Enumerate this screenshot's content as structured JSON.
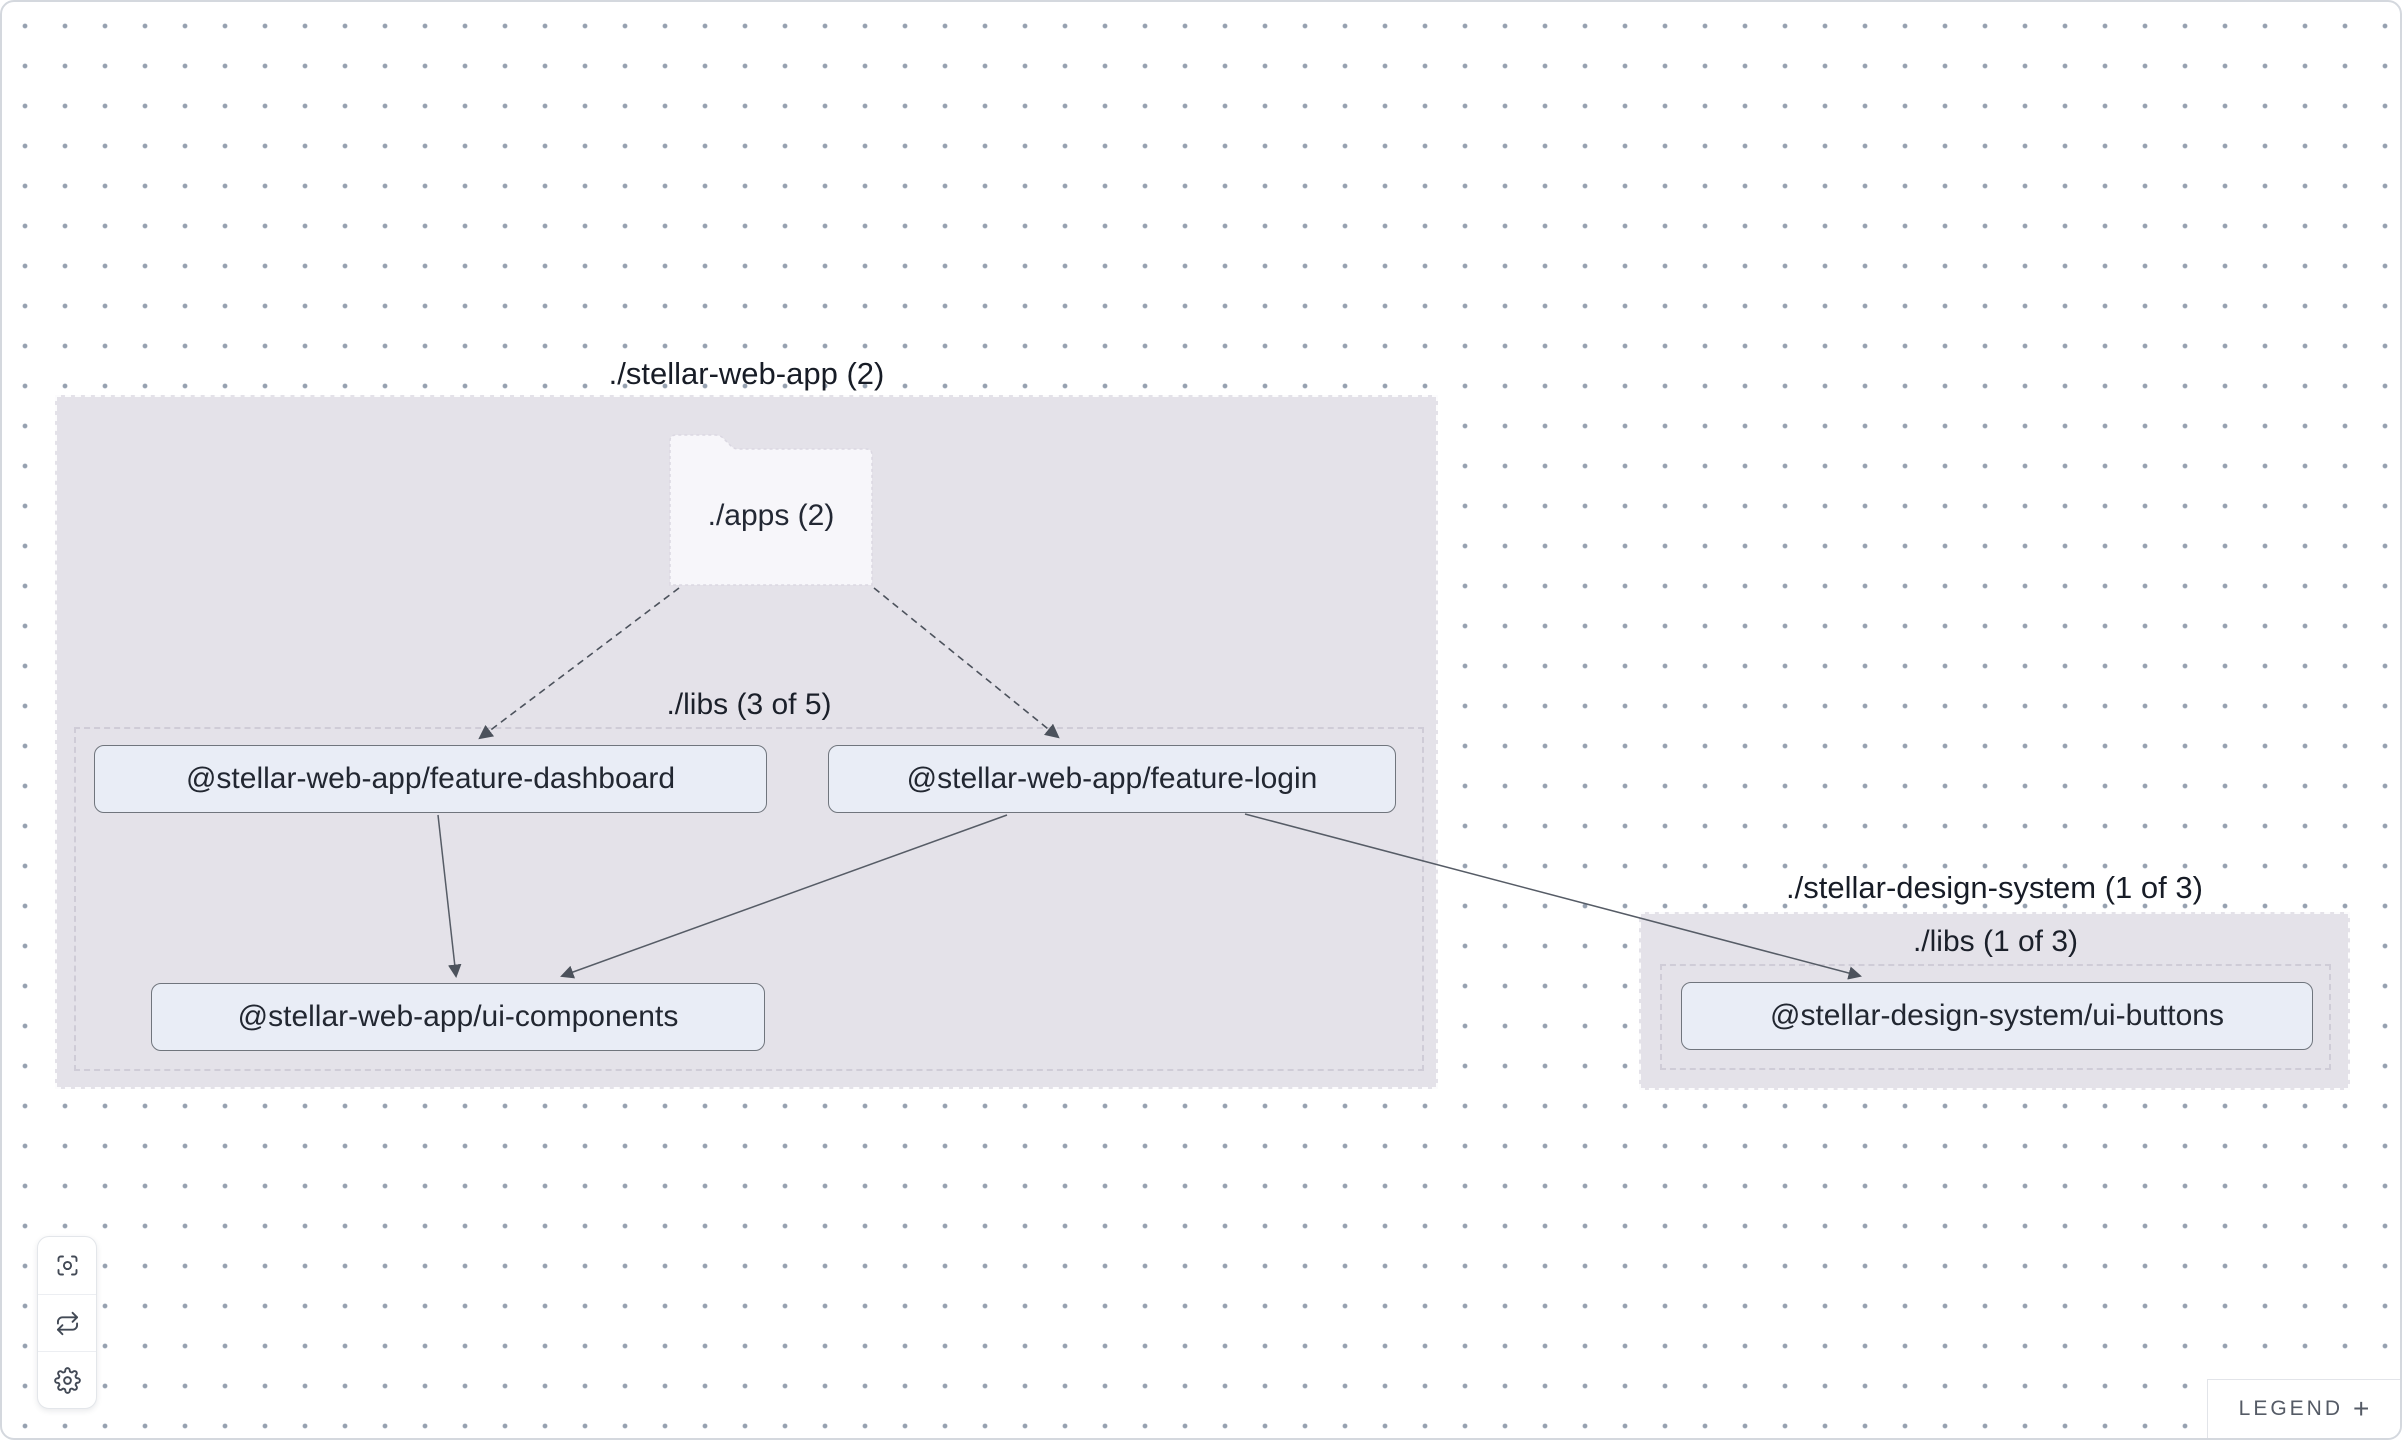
{
  "graph": {
    "groups": [
      {
        "id": "stellar-web-app",
        "label": "./stellar-web-app (2)"
      },
      {
        "id": "stellar-design-system",
        "label": "./stellar-design-system (1 of 3)"
      }
    ],
    "subgroups": [
      {
        "id": "stellar-web-app-libs",
        "label": "./libs (3 of 5)"
      },
      {
        "id": "stellar-design-system-libs",
        "label": "./libs (1 of 3)"
      }
    ],
    "folder": {
      "id": "apps",
      "label": "./apps (2)"
    },
    "nodes": [
      {
        "id": "feature-dashboard",
        "label": "@stellar-web-app/feature-dashboard"
      },
      {
        "id": "feature-login",
        "label": "@stellar-web-app/feature-login"
      },
      {
        "id": "ui-components",
        "label": "@stellar-web-app/ui-components"
      },
      {
        "id": "ui-buttons",
        "label": "@stellar-design-system/ui-buttons"
      }
    ],
    "edges": [
      {
        "source": "./apps",
        "target": "@stellar-web-app/feature-dashboard",
        "style": "dashed"
      },
      {
        "source": "./apps",
        "target": "@stellar-web-app/feature-login",
        "style": "dashed"
      },
      {
        "source": "@stellar-web-app/feature-dashboard",
        "target": "@stellar-web-app/ui-components",
        "style": "solid"
      },
      {
        "source": "@stellar-web-app/feature-login",
        "target": "@stellar-web-app/ui-components",
        "style": "solid"
      },
      {
        "source": "@stellar-web-app/feature-login",
        "target": "@stellar-design-system/ui-buttons",
        "style": "solid"
      }
    ]
  },
  "toolbar": {
    "buttons": [
      {
        "name": "focus"
      },
      {
        "name": "refresh"
      },
      {
        "name": "settings"
      }
    ]
  },
  "legend": {
    "label": "LEGEND",
    "expand_glyph": "+"
  },
  "colors": {
    "group_fill": "#e4e2e9",
    "node_fill": "#e9edf6",
    "node_border": "#70757d",
    "edge_stroke": "#4c525c",
    "dot_grid": "#96a1b0",
    "folder_fill": "#f7f6fa"
  }
}
